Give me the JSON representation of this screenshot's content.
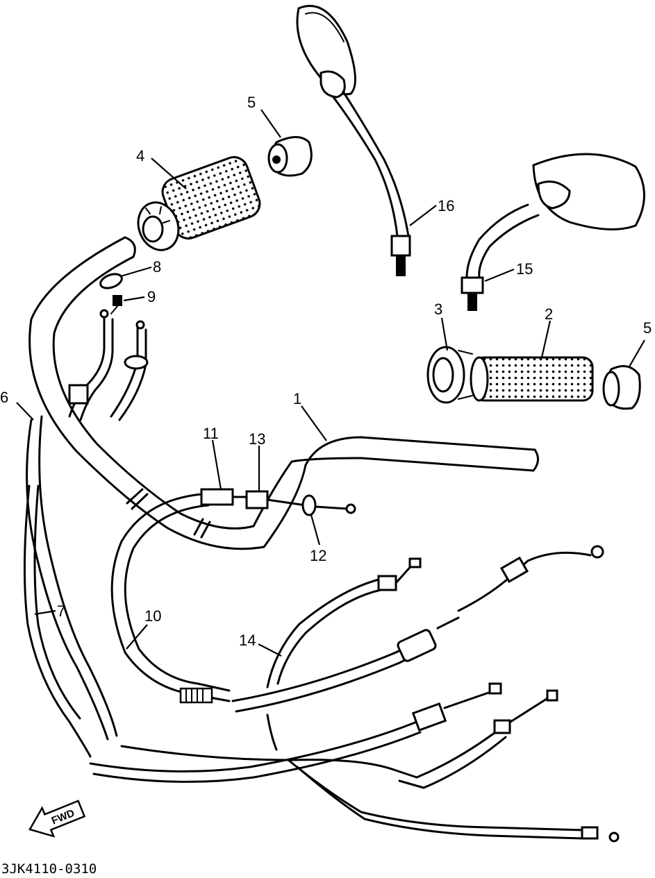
{
  "labels": {
    "p1": "1",
    "p2": "2",
    "p3": "3",
    "p4": "4",
    "p5a": "5",
    "p5b": "5",
    "p6": "6",
    "p7": "7",
    "p8": "8",
    "p9": "9",
    "p10": "10",
    "p11": "11",
    "p12": "12",
    "p13": "13",
    "p14": "14",
    "p15": "15",
    "p16": "16"
  },
  "fwd": "FWD",
  "diagram_code": "3JK4110-0310"
}
